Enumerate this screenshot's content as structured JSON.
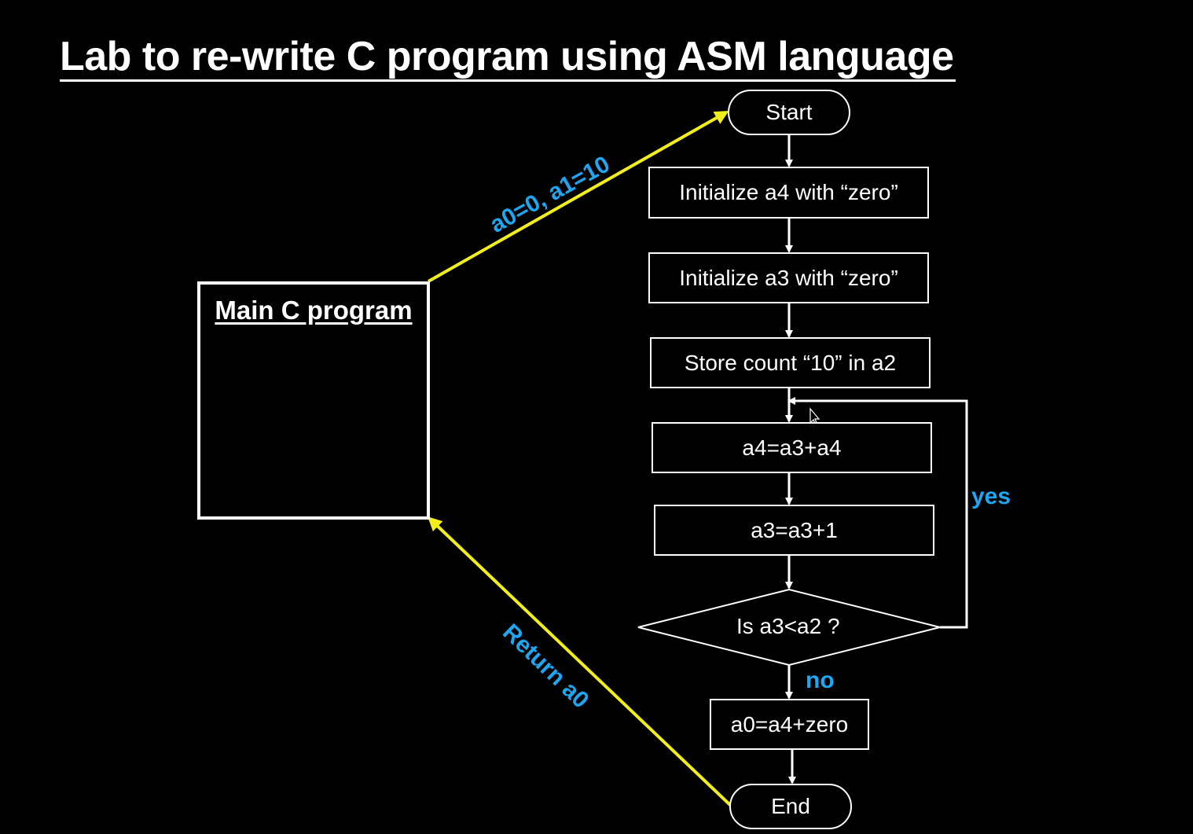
{
  "title": "Lab to re-write C program using ASM language",
  "main_box": {
    "label": "Main C program"
  },
  "flow": {
    "start": "Start",
    "step_init_a4": "Initialize a4 with “zero”",
    "step_init_a3": "Initialize a3 with “zero”",
    "step_store_count": "Store count “10” in a2",
    "step_add": "a4=a3+a4",
    "step_increment": "a3=a3+1",
    "decision": "Is a3<a2 ?",
    "step_result": "a0=a4+zero",
    "end": "End",
    "yes_label": "yes",
    "no_label": "no"
  },
  "arrows": {
    "call_label": "a0=0, a1=10",
    "return_label": "Return a0"
  },
  "colors": {
    "background": "#000000",
    "arrow": "#f2ee1c",
    "accent_text": "#1ea6f0",
    "lines": "#ffffff"
  }
}
